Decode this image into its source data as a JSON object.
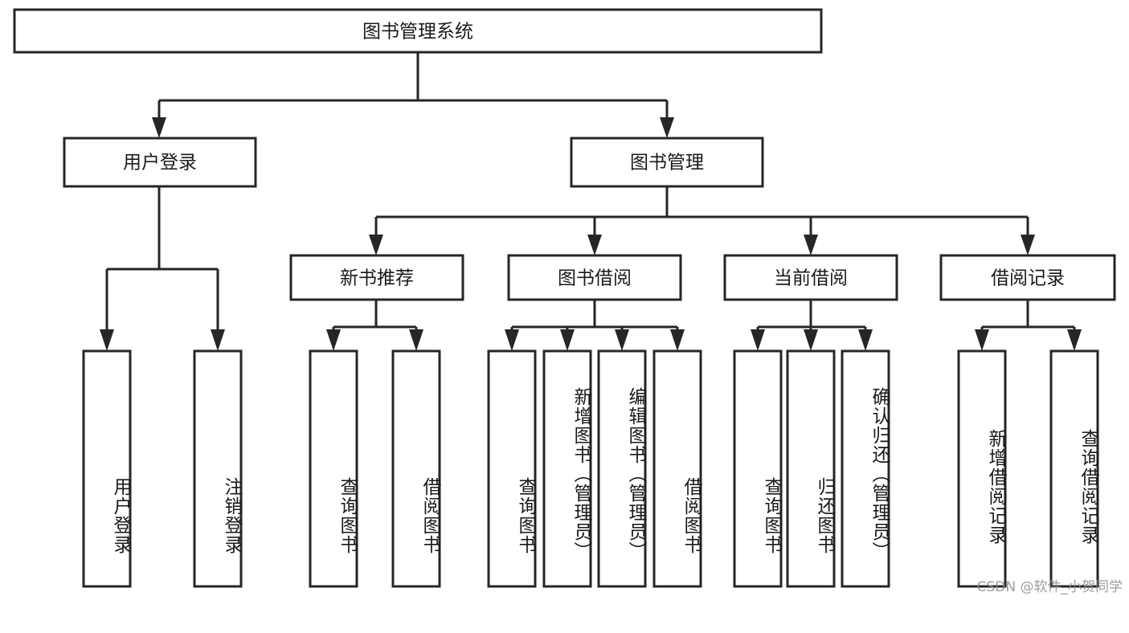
{
  "diagram": {
    "type": "tree",
    "title": "图书管理系统",
    "watermark": "CSDN @软件_小贺同学",
    "colors": {
      "stroke": "#262626",
      "fill": "#ffffff",
      "text": "#1a1a1a",
      "watermark": "#8c8c8c"
    },
    "root": {
      "label": "图书管理系统"
    },
    "level2": [
      {
        "label": "用户登录"
      },
      {
        "label": "图书管理"
      }
    ],
    "level3": [
      {
        "label": "新书推荐"
      },
      {
        "label": "图书借阅"
      },
      {
        "label": "当前借阅"
      },
      {
        "label": "借阅记录"
      }
    ],
    "leaves": {
      "user_login": [
        {
          "label": "用户登录"
        },
        {
          "label": "注销登录"
        }
      ],
      "new_book_recommend": [
        {
          "label": "查询图书"
        },
        {
          "label": "借阅图书"
        }
      ],
      "book_borrow": [
        {
          "label": "查询图书"
        },
        {
          "label": "新增图书（管理员）"
        },
        {
          "label": "编辑图书（管理员）"
        },
        {
          "label": "借阅图书"
        }
      ],
      "current_borrow": [
        {
          "label": "查询图书"
        },
        {
          "label": "归还图书"
        },
        {
          "label": "确认归还（管理员）"
        }
      ],
      "borrow_records": [
        {
          "label": "新增借阅记录"
        },
        {
          "label": "查询借阅记录"
        }
      ]
    }
  }
}
